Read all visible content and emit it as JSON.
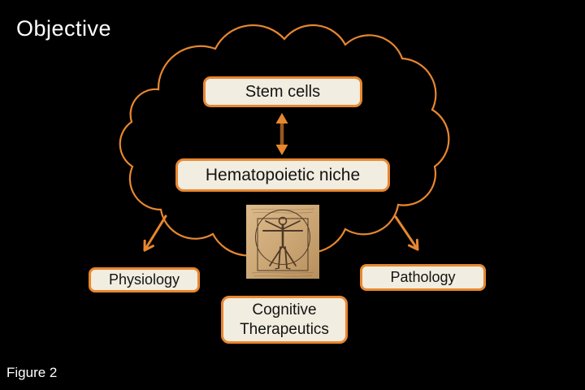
{
  "slide": {
    "title": "Objective",
    "figure_label": "Figure 2"
  },
  "cloud": {
    "nodes": [
      {
        "id": "stem-cells",
        "label": "Stem cells"
      },
      {
        "id": "hematopoietic-niche",
        "label": "Hematopoietic niche"
      }
    ],
    "link": {
      "type": "bidirectional-vertical-arrow",
      "between": [
        "Stem cells",
        "Hematopoietic niche"
      ]
    }
  },
  "outcomes": [
    {
      "id": "physiology",
      "label": "Physiology"
    },
    {
      "id": "cognitive-therapeutics",
      "label": "Cognitive Therapeutics"
    },
    {
      "id": "pathology",
      "label": "Pathology"
    }
  ],
  "arrows": [
    {
      "from": "cloud",
      "to": "Physiology"
    },
    {
      "from": "cloud",
      "to": "Pathology"
    }
  ],
  "image": {
    "name": "vitruvian-man",
    "label": "Vitruvian Man sketch"
  },
  "colors": {
    "background": "#000000",
    "accent_orange": "#E8872F",
    "box_fill": "#F1EDE0",
    "box_text": "#141414",
    "title_text": "#FFFFFF",
    "arrow_shaft_brown": "#96581E"
  }
}
